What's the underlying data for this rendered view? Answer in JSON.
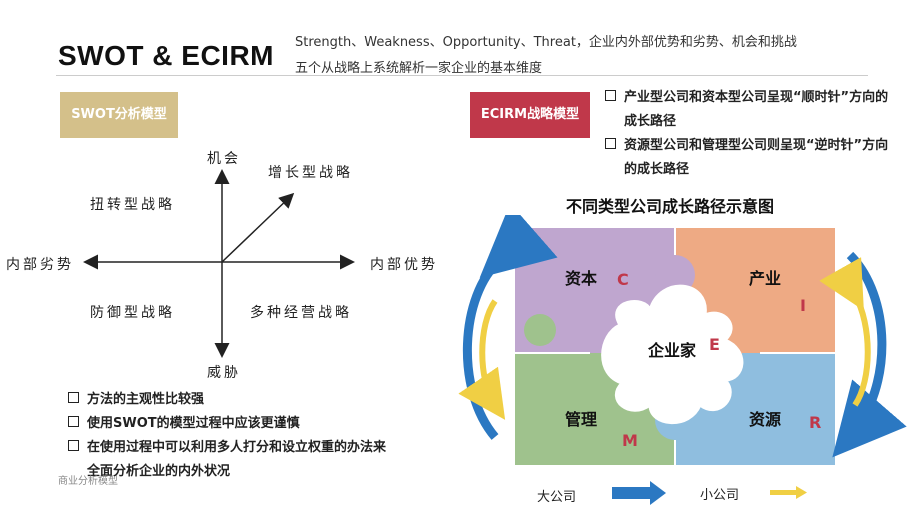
{
  "header": {
    "title": "SWOT & ECIRM",
    "subtitle_line1": "Strength、Weakness、Opportunity、Threat，企业内外部优势和劣势、机会和挑战",
    "subtitle_line2": "五个从战略上系统解析一家企业的基本维度"
  },
  "swot": {
    "tag": "SWOT分析模型",
    "axis_top": "机会",
    "axis_bottom": "威胁",
    "axis_left": "内部劣势",
    "axis_right": "内部优势",
    "q_top_left": "扭转型战略",
    "q_top_right": "增长型战略",
    "q_bottom_left": "防御型战略",
    "q_bottom_right": "多种经营战略",
    "bullets": [
      "方法的主观性比较强",
      "使用SWOT的模型过程中应该更谨慎",
      "在使用过程中可以利用多人打分和设立权重的办法来全面分析企业的内外状况"
    ]
  },
  "ecirm": {
    "tag": "ECIRM战略模型",
    "bullets": [
      "产业型公司和资本型公司呈现“顺时针”方向的成长路径",
      "资源型公司和管理型公司则呈现“逆时针”方向的成长路径"
    ],
    "diagram_title": "不同类型公司成长路径示意图",
    "pieces": {
      "capital": {
        "label": "资本",
        "letter": "C",
        "color": "#bfa6cf"
      },
      "industry": {
        "label": "产业",
        "letter": "I",
        "color": "#eeaa84"
      },
      "management": {
        "label": "管理",
        "letter": "M",
        "color": "#9fc28d"
      },
      "resource": {
        "label": "资源",
        "letter": "R",
        "color": "#8fbedf"
      },
      "entrepreneur": {
        "label": "企业家",
        "letter": "E"
      }
    },
    "legend_big": "大公司",
    "legend_small": "小公司",
    "blue_arrow_color": "#2b78c2",
    "yellow_arrow_color": "#f0cf44"
  },
  "footer": "商业分析模型"
}
